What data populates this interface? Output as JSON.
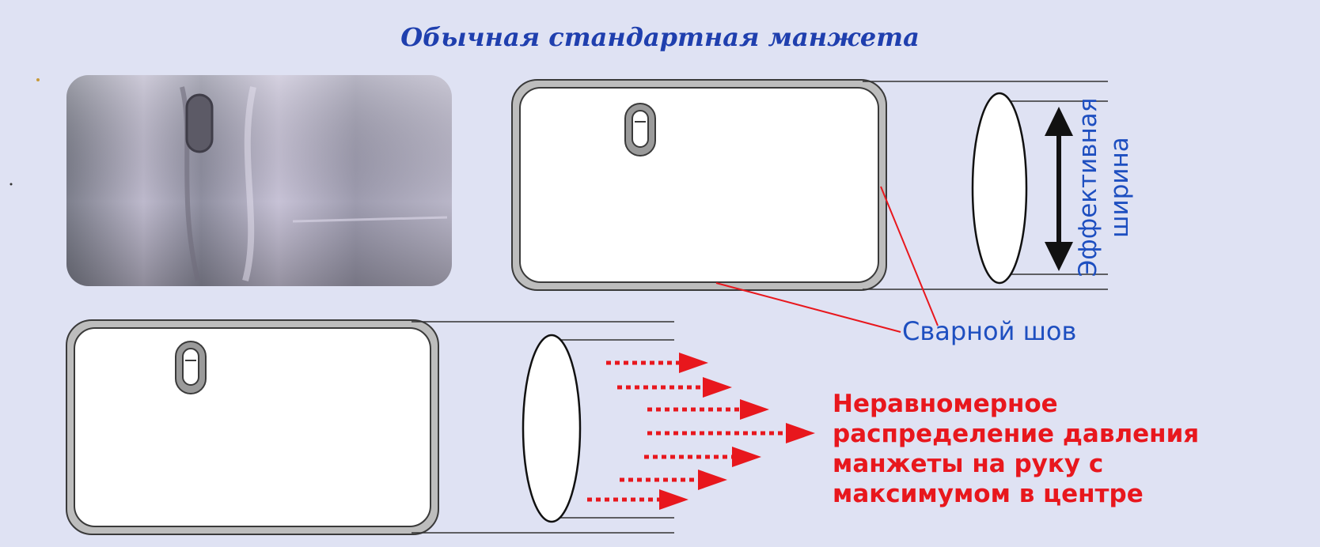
{
  "title": "Обычная стандартная манжета",
  "labels": {
    "effective_width": [
      "Эффективная",
      "ширина"
    ],
    "weld_seam": "Сварной шов",
    "uneven_pressure": [
      "Неравномерное",
      "распределение давления",
      "манжеты на руку с",
      "максимумом в центре"
    ]
  },
  "colors": {
    "background": "#dfe2f3",
    "title": "#1f3fae",
    "label_blue": "#1e4fc0",
    "label_red": "#e8171d",
    "arrow_red": "#e8171d",
    "cuff_border": "#6a6a6a",
    "cuff_fill": "#ffffff"
  }
}
